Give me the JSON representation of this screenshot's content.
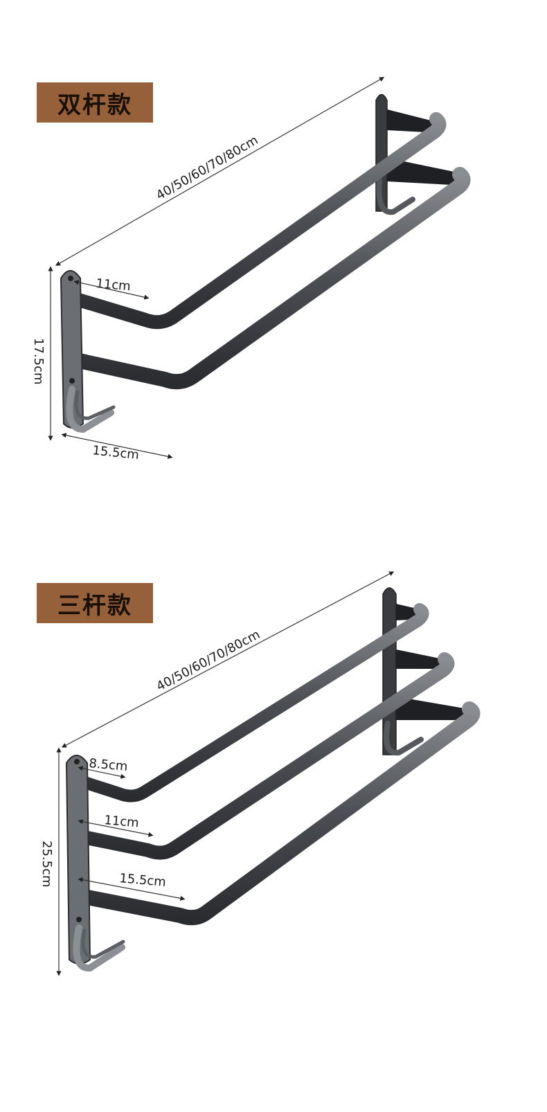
{
  "double_bar": {
    "title": "双杆款",
    "length": "40/50/60/70/80cm",
    "height": "17.5cm",
    "depth_upper": "11cm",
    "depth_bottom": "15.5cm"
  },
  "triple_bar": {
    "title": "三杆款",
    "length": "40/50/60/70/80cm",
    "height": "25.5cm",
    "depth_top": "8.5cm",
    "depth_middle": "11cm",
    "depth_bottom": "15.5cm"
  },
  "colors": {
    "badge": "#96603a",
    "metal": "#5a5d62",
    "metal_dark": "#2b2d31"
  }
}
